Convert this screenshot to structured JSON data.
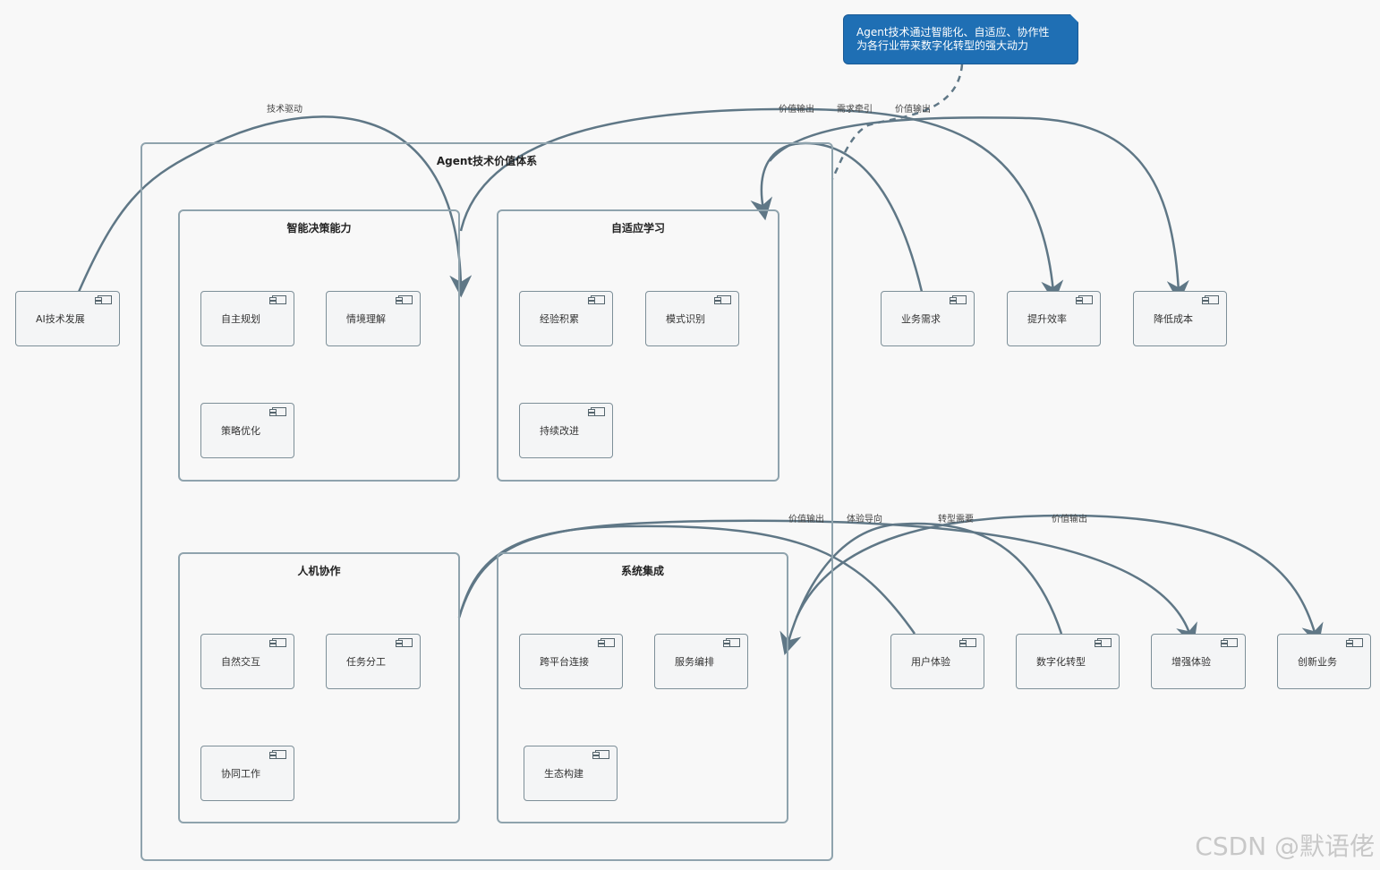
{
  "diagram": {
    "system_title": "Agent技术价值体系",
    "packages": {
      "decision": {
        "title": "智能决策能力",
        "components": [
          "自主规划",
          "情境理解",
          "策略优化"
        ]
      },
      "learning": {
        "title": "自适应学习",
        "components": [
          "经验积累",
          "模式识别",
          "持续改进"
        ]
      },
      "collab": {
        "title": "人机协作",
        "components": [
          "自然交互",
          "任务分工",
          "协同工作"
        ]
      },
      "integration": {
        "title": "系统集成",
        "components": [
          "跨平台连接",
          "服务编排",
          "生态构建"
        ]
      }
    },
    "external": {
      "ai_dev": "AI技术发展",
      "biz_need": "业务需求",
      "efficiency": "提升效率",
      "cost": "降低成本",
      "ux": "用户体验",
      "digital": "数字化转型",
      "enhance": "增强体验",
      "innovate": "创新业务"
    },
    "note_line1": "Agent技术通过智能化、自适应、协作性",
    "note_line2": "为各行业带来数字化转型的强大动力",
    "edge_labels": {
      "tech_drive": "技术驱动",
      "value_out_1": "价值输出",
      "demand_pull": "需求牵引",
      "value_out_2": "价值输出",
      "value_out_3": "价值输出",
      "exp_orient": "体验导向",
      "transform_need": "转型需要",
      "value_out_4": "价值输出"
    },
    "colors": {
      "edge": "#5f7786",
      "note": "#1f6fb4",
      "border": "#8fa3ad"
    }
  },
  "watermark": "CSDN @默语佬"
}
